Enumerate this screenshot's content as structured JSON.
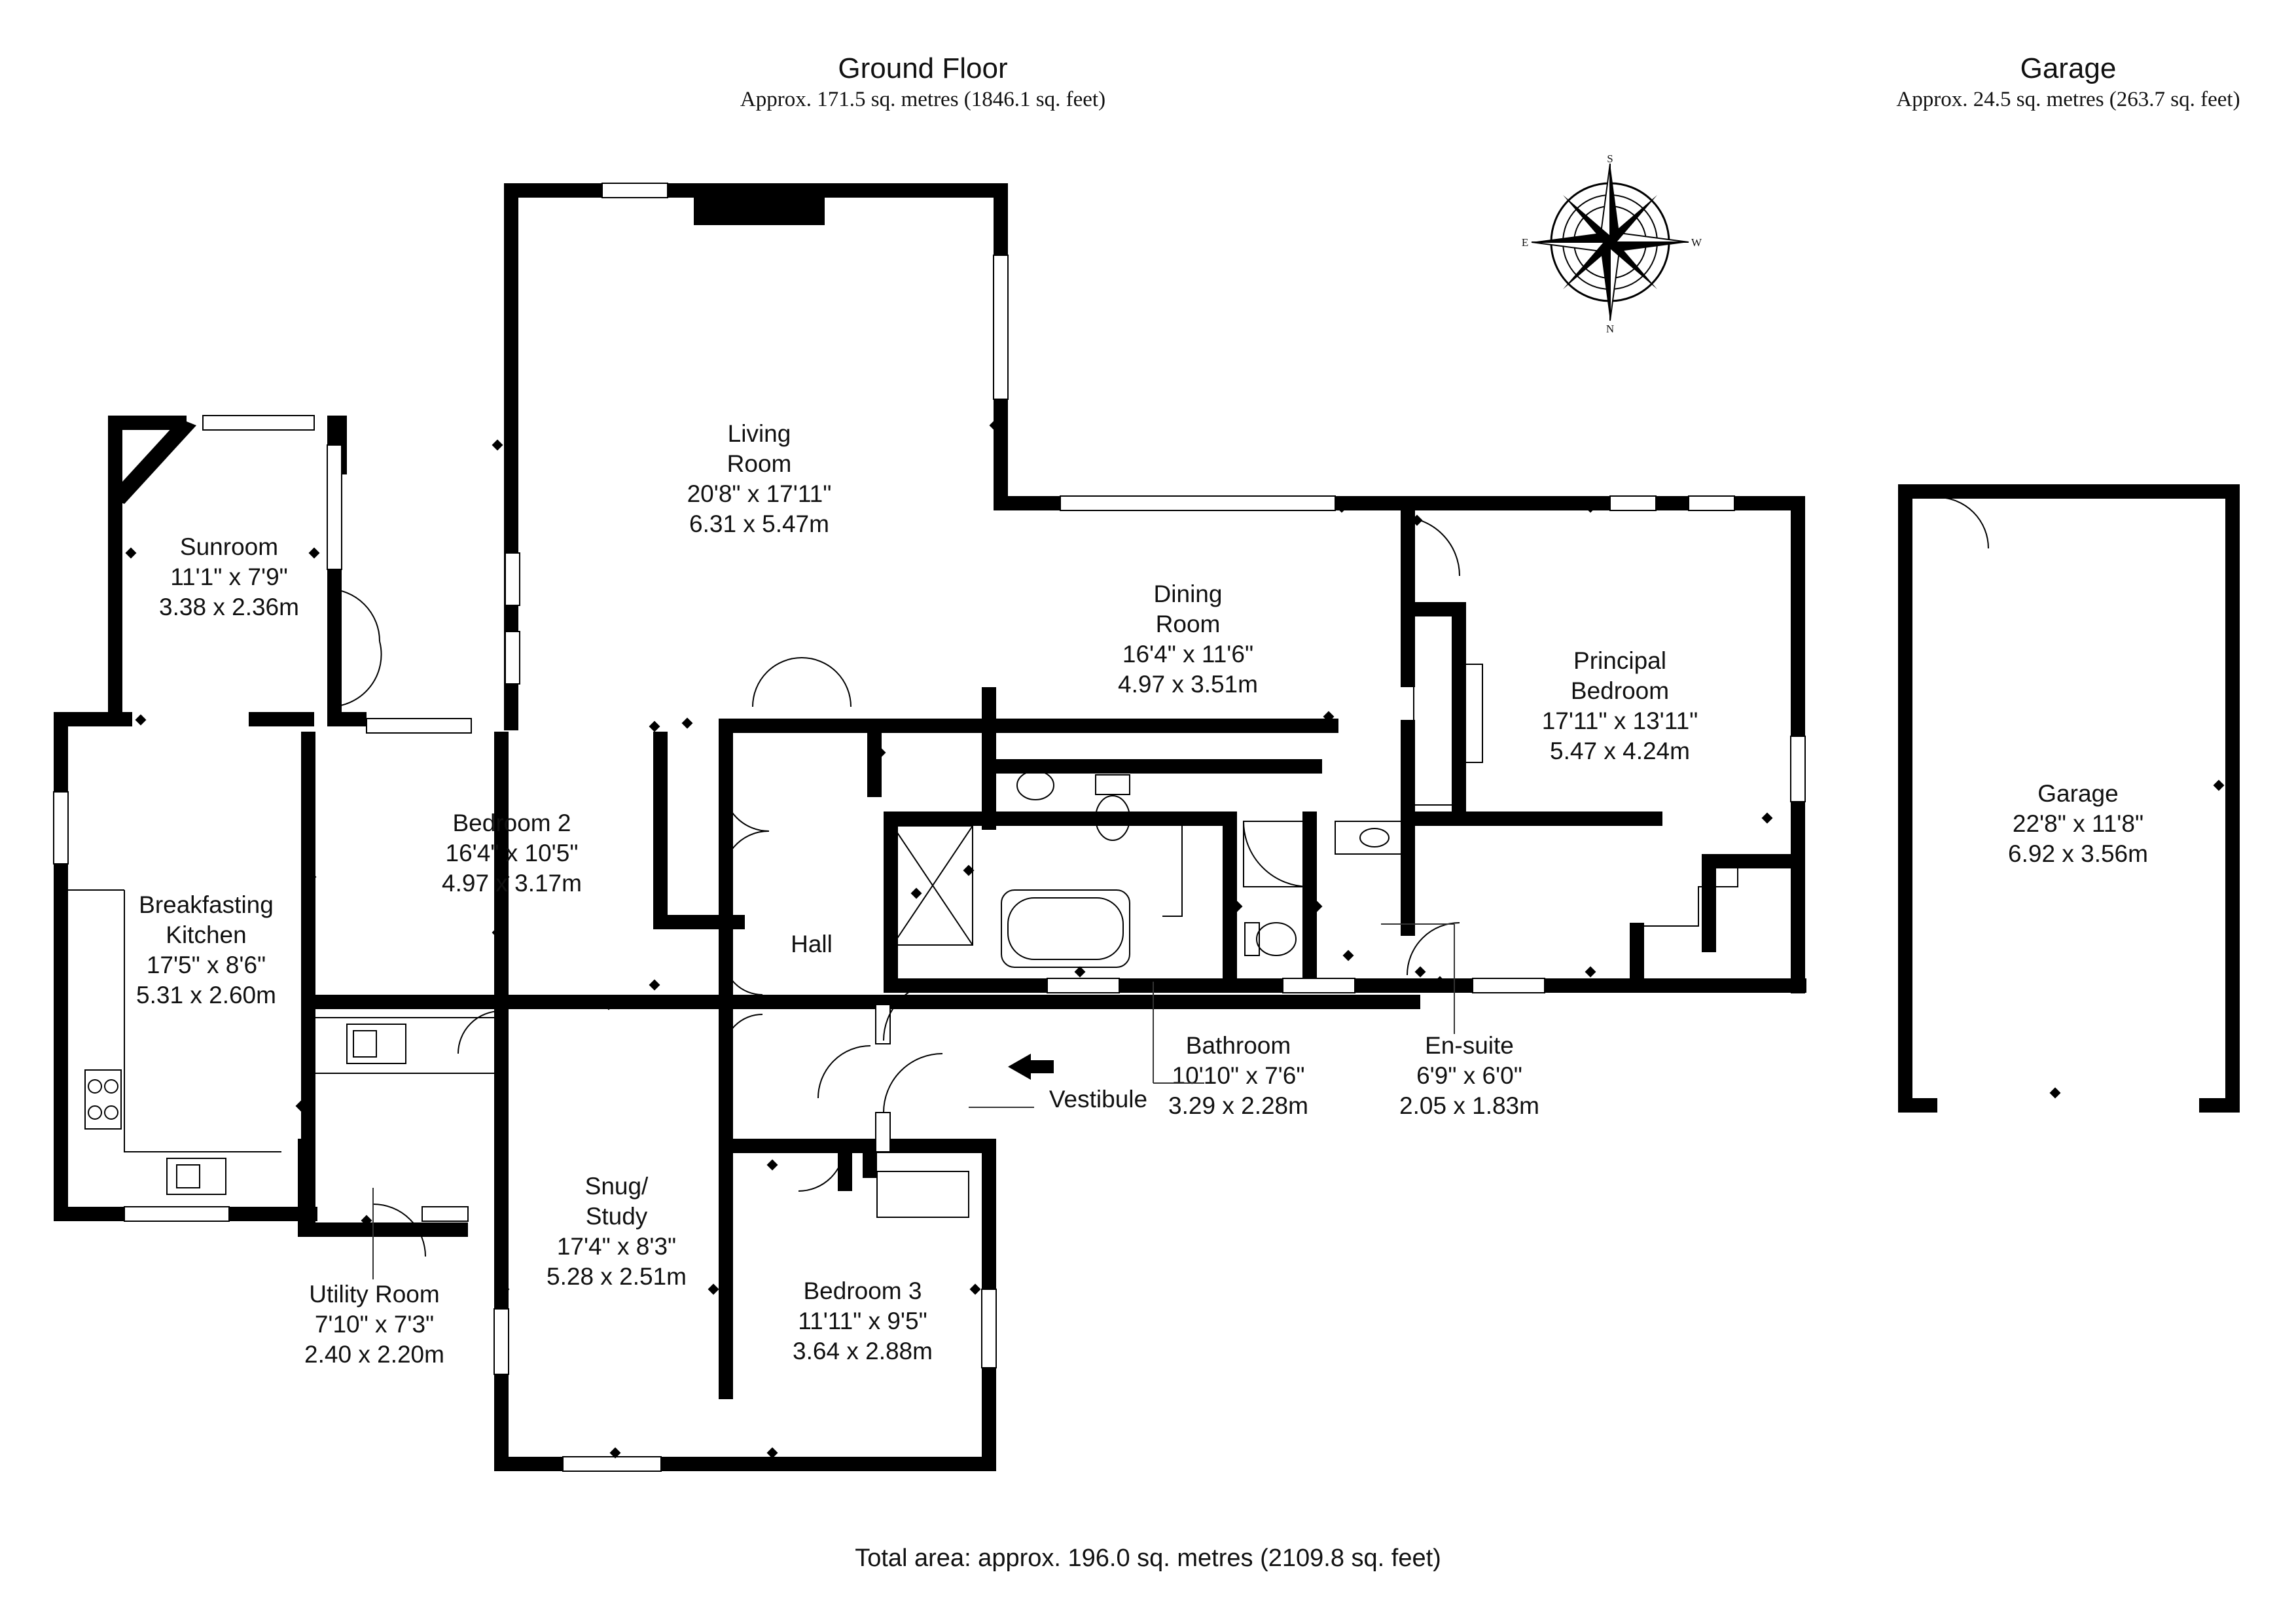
{
  "floors": [
    {
      "name": "Ground Floor",
      "area": "Approx. 171.5 sq. metres (1846.1 sq. feet)"
    },
    {
      "name": "Garage",
      "area": "Approx. 24.5 sq. metres (263.7 sq. feet)"
    }
  ],
  "rooms": [
    {
      "id": "living-room",
      "lines": [
        "Living",
        "Room",
        "20'8\" x 17'11\"",
        "6.31 x 5.47m"
      ]
    },
    {
      "id": "sunroom",
      "lines": [
        "Sunroom",
        "11'1\" x 7'9\"",
        "3.38 x 2.36m"
      ]
    },
    {
      "id": "dining-room",
      "lines": [
        "Dining",
        "Room",
        "16'4\" x 11'6\"",
        "4.97 x 3.51m"
      ]
    },
    {
      "id": "principal-bedroom",
      "lines": [
        "Principal",
        "Bedroom",
        "17'11\" x 13'11\"",
        "5.47 x 4.24m"
      ]
    },
    {
      "id": "bedroom-2",
      "lines": [
        "Bedroom 2",
        "16'4\" x 10'5\"",
        "4.97 x 3.17m"
      ]
    },
    {
      "id": "breakfasting-kitchen",
      "lines": [
        "Breakfasting",
        "Kitchen",
        "17'5\" x 8'6\"",
        "5.31 x 2.60m"
      ]
    },
    {
      "id": "hall",
      "lines": [
        "Hall"
      ]
    },
    {
      "id": "bathroom",
      "lines": [
        "Bathroom",
        "10'10\" x 7'6\"",
        "3.29 x 2.28m"
      ]
    },
    {
      "id": "en-suite",
      "lines": [
        "En-suite",
        "6'9\" x 6'0\"",
        "2.05 x 1.83m"
      ]
    },
    {
      "id": "vestibule",
      "lines": [
        "Vestibule"
      ]
    },
    {
      "id": "utility-room",
      "lines": [
        "Utility Room",
        "7'10\" x 7'3\"",
        "2.40 x 2.20m"
      ]
    },
    {
      "id": "snug-study",
      "lines": [
        "Snug/",
        "Study",
        "17'4\" x 8'3\"",
        "5.28 x 2.51m"
      ]
    },
    {
      "id": "bedroom-3",
      "lines": [
        "Bedroom 3",
        "11'11\" x 9'5\"",
        "3.64 x 2.88m"
      ]
    },
    {
      "id": "garage",
      "lines": [
        "Garage",
        "22'8\" x 11'8\"",
        "6.92 x 3.56m"
      ]
    }
  ],
  "compass": {
    "n": "N",
    "s": "S",
    "e": "E",
    "w": "W"
  },
  "total_area": "Total area: approx. 196.0 sq. metres (2109.8 sq. feet)",
  "colors": {
    "wall": "#000000",
    "window": "#ffffff",
    "line": "#333333"
  }
}
